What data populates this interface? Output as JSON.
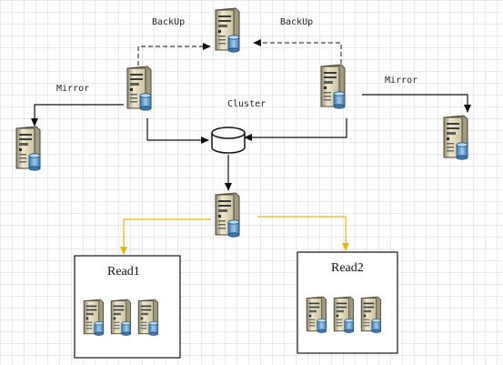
{
  "labels": {
    "backup_left": "BackUp",
    "backup_right": "BackUp",
    "mirror_left": "Mirror",
    "mirror_right": "Mirror",
    "cluster": "Cluster",
    "read1": "Read1",
    "read2": "Read2"
  },
  "colors": {
    "grid": "#d4d4d4",
    "link": "#111111",
    "read_link": "#e6b800",
    "server_body": "#efe7c9",
    "server_shade": "#a29a7c",
    "db_blue": "#6aa8d8"
  },
  "icons": {
    "server": "server-with-database-icon",
    "cluster": "database-cylinder-icon"
  }
}
